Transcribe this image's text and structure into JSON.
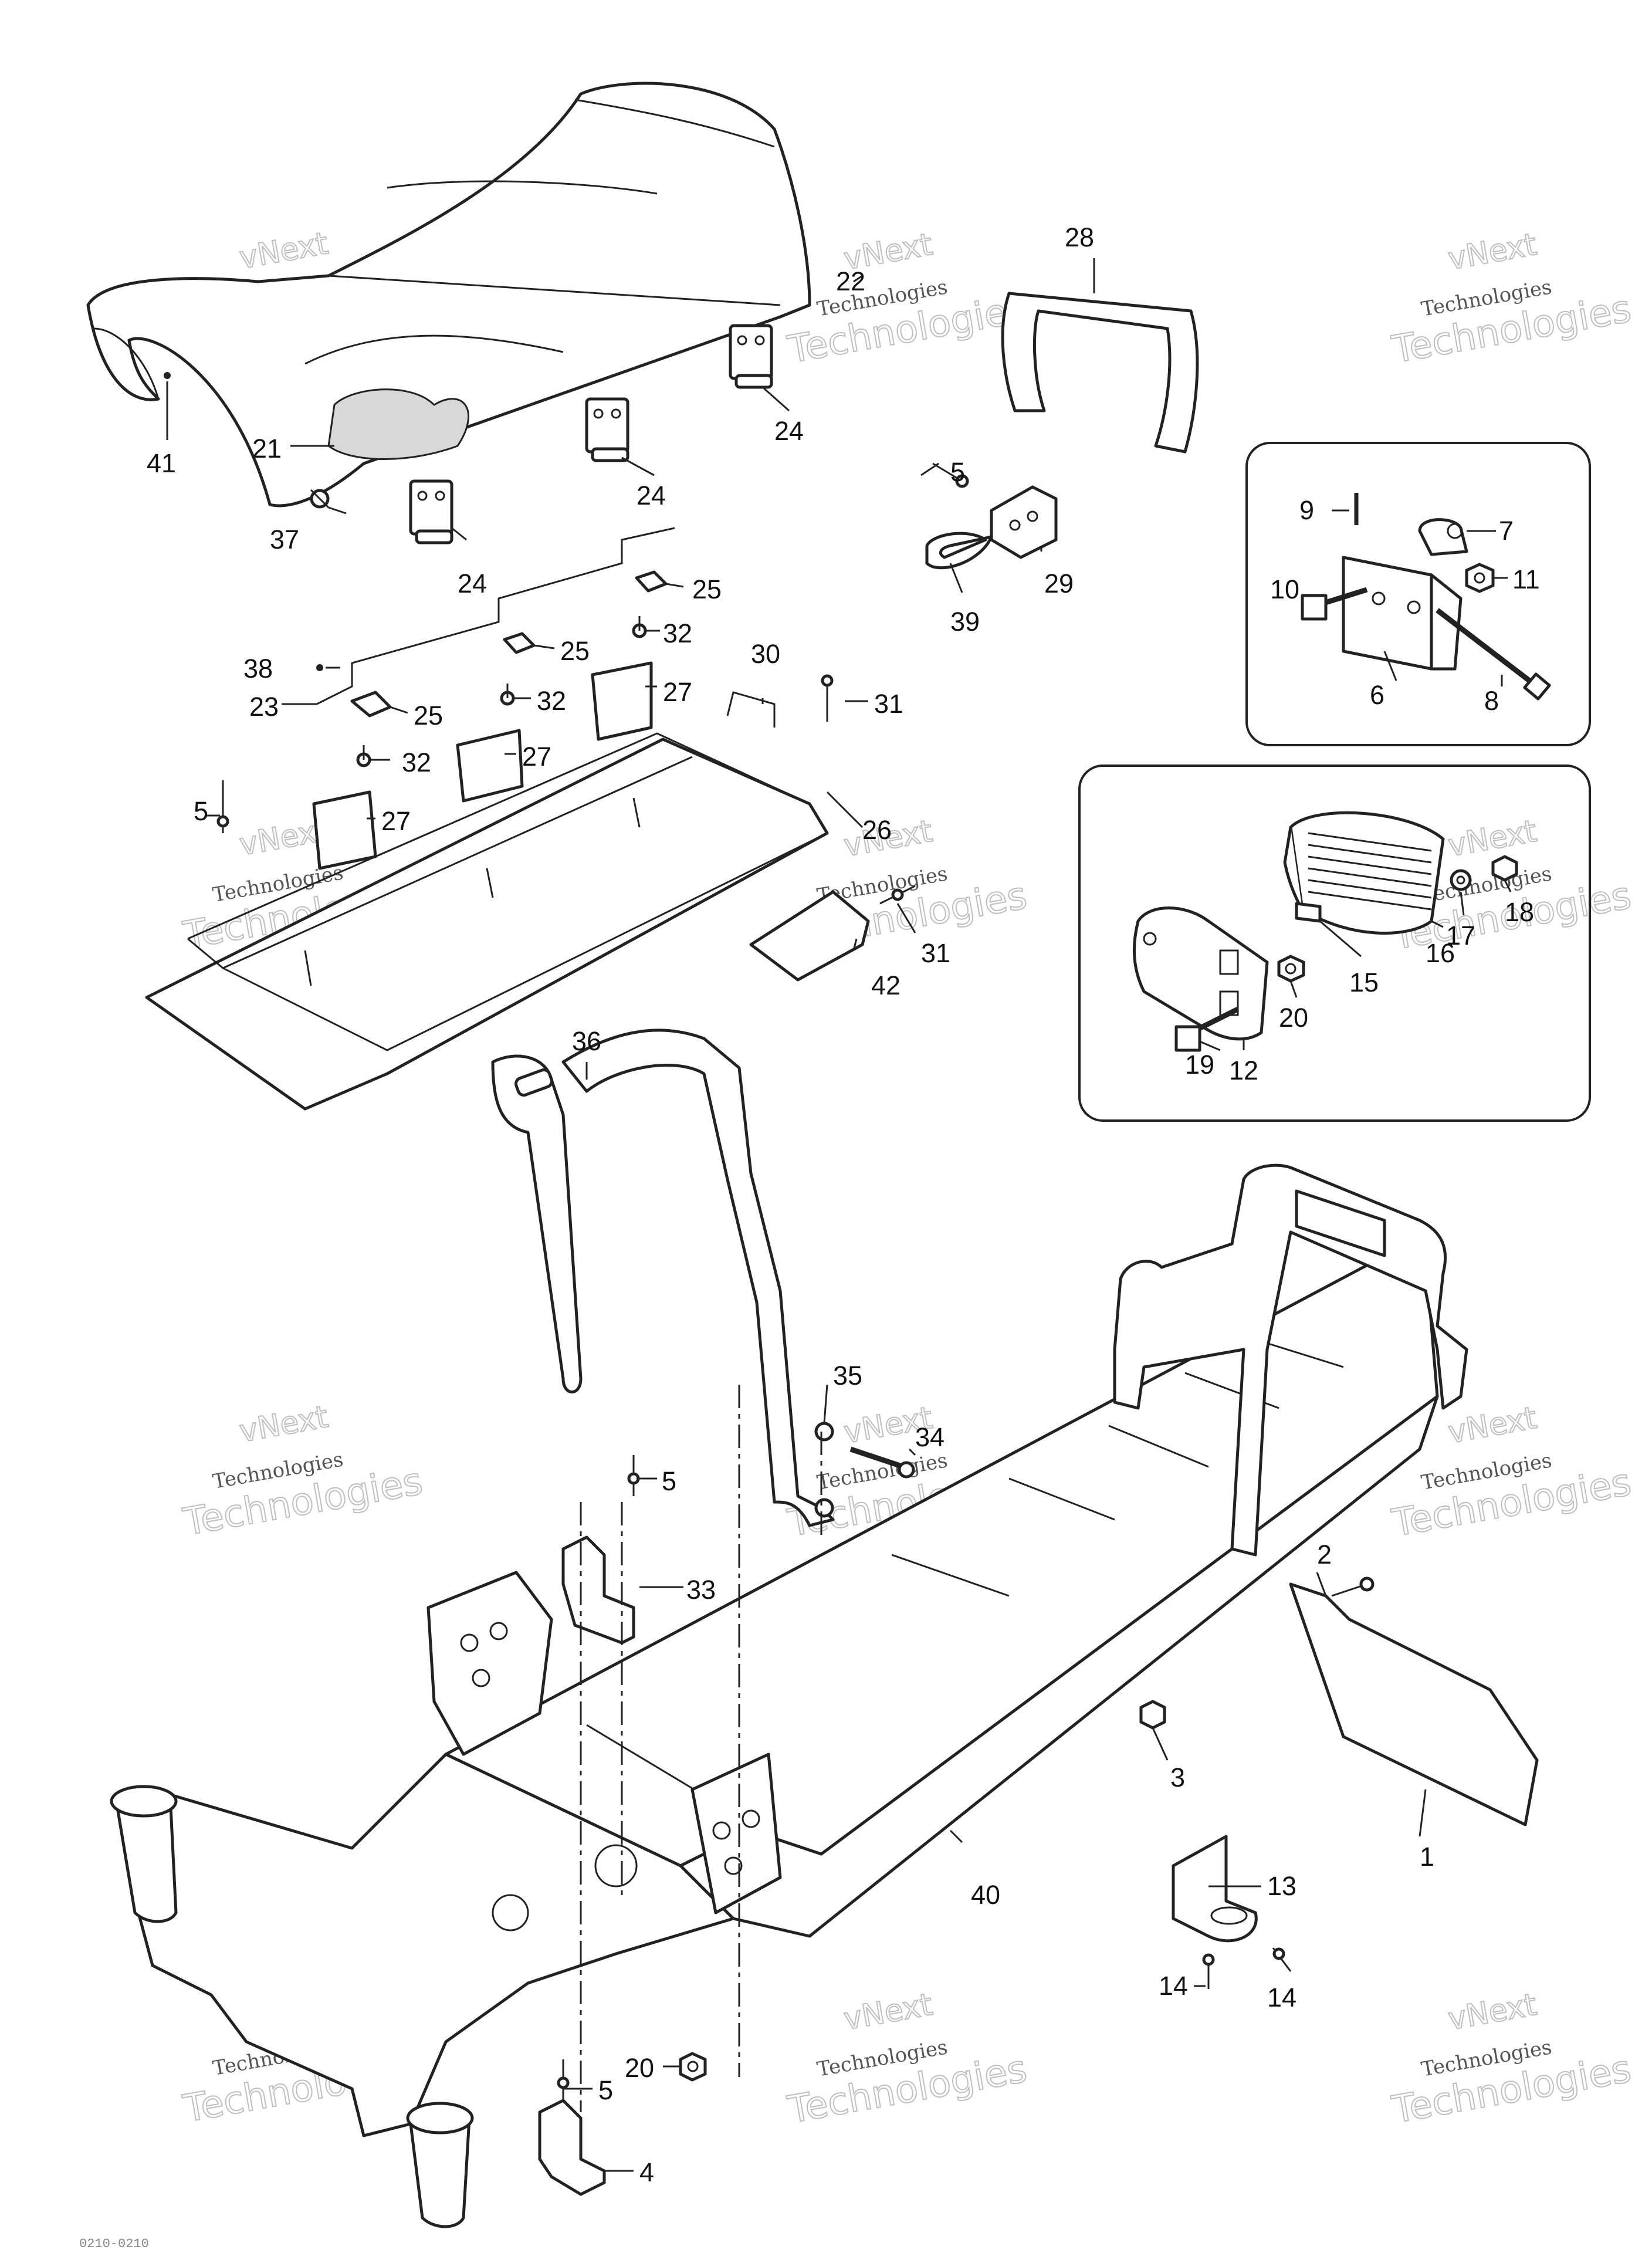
{
  "callouts": [
    "1",
    "2",
    "3",
    "4",
    "5",
    "6",
    "7",
    "8",
    "9",
    "10",
    "11",
    "12",
    "13",
    "14",
    "15",
    "16",
    "17",
    "18",
    "19",
    "20",
    "21",
    "22",
    "23",
    "24",
    "25",
    "26",
    "27",
    "28",
    "29",
    "30",
    "31",
    "32",
    "33",
    "34",
    "35",
    "36",
    "37",
    "38",
    "39",
    "40",
    "41",
    "42"
  ],
  "watermark": {
    "line1": "vNext",
    "line2": "Technologies",
    "line3": "Technologies"
  },
  "footer_code": "0210-0210"
}
